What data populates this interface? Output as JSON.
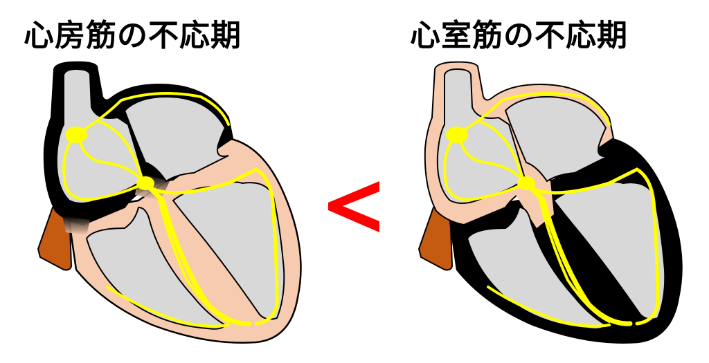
{
  "titles": {
    "left": "心房筋の不応期",
    "right": "心室筋の不応期"
  },
  "comparison": {
    "symbol": "<",
    "color": "#ff0000"
  },
  "colors": {
    "myocardium": "#f7cbb0",
    "chamber": "#d8d8d8",
    "conduction": "#ffff00",
    "vessel": "#c55a11",
    "refractory_highlight": "#000000",
    "outline": "#000000"
  },
  "hearts": [
    {
      "label": "心房筋の不応期",
      "highlighted_region": "atria"
    },
    {
      "label": "心室筋の不応期",
      "highlighted_region": "ventricles"
    }
  ]
}
